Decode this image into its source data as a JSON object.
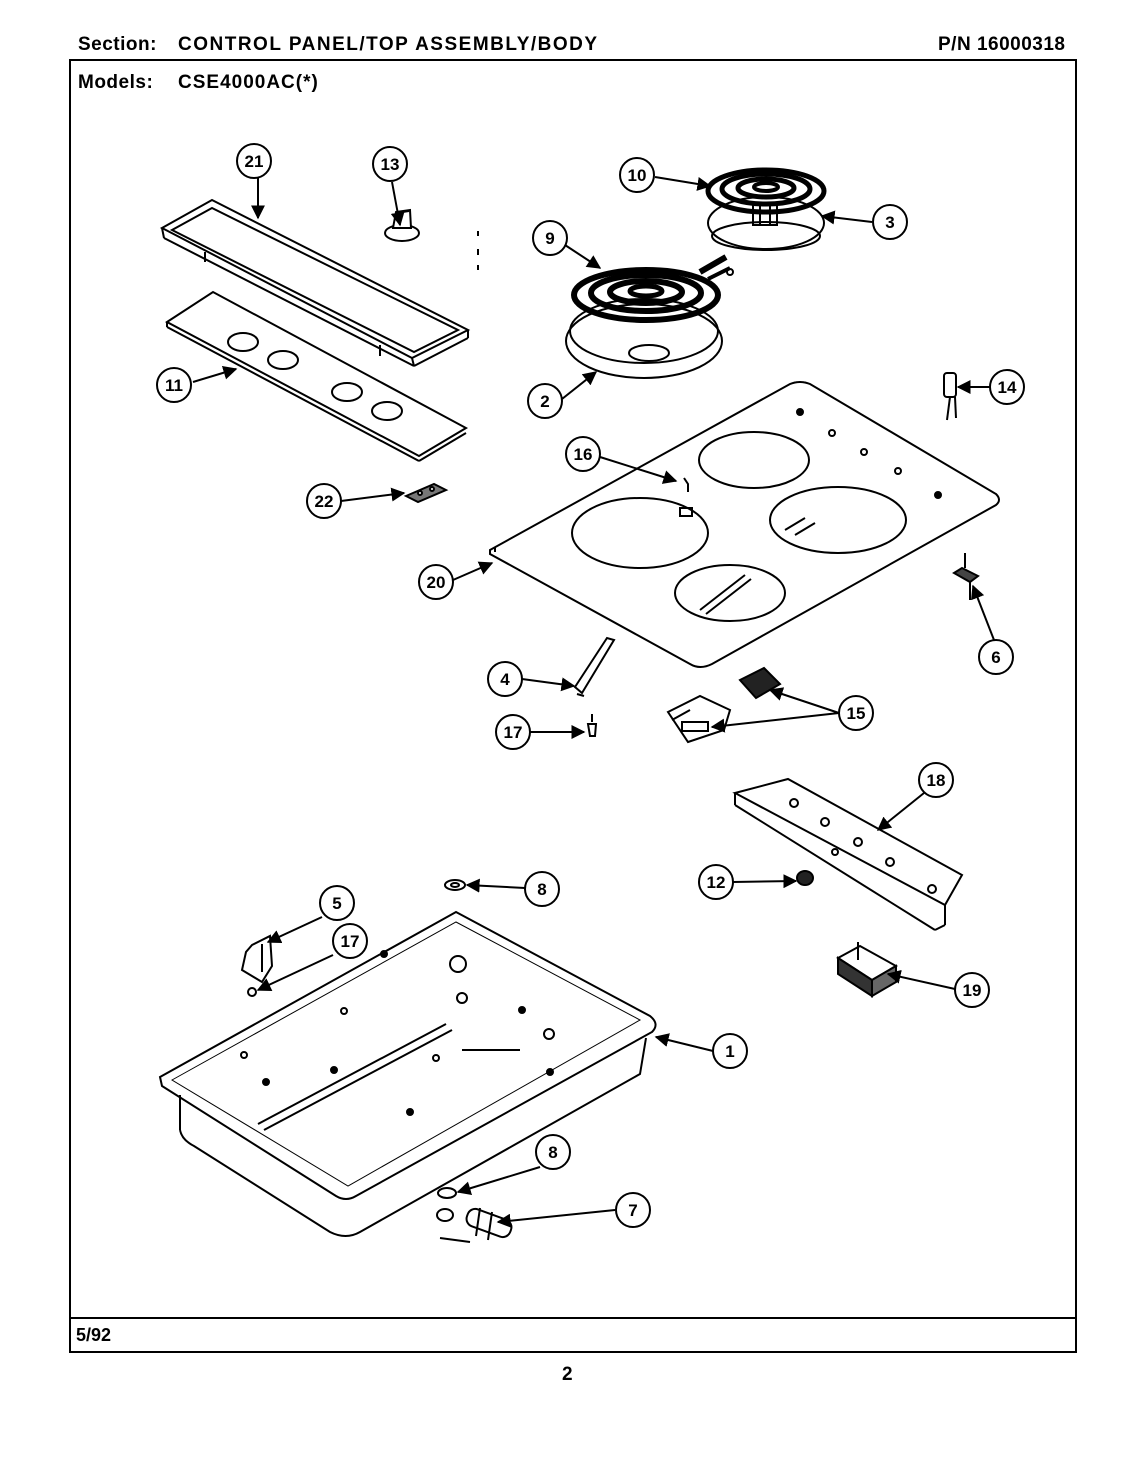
{
  "header": {
    "section_label": "Section:",
    "section_value": "CONTROL PANEL/TOP ASSEMBLY/BODY",
    "part_number": "P/N 16000318",
    "models_label": "Models:",
    "models_value": "CSE4000AC(*)"
  },
  "footer": {
    "date": "5/92",
    "page_number": "2"
  },
  "callouts": [
    {
      "id": "c21",
      "label": "21"
    },
    {
      "id": "c13",
      "label": "13"
    },
    {
      "id": "c10",
      "label": "10"
    },
    {
      "id": "c3",
      "label": "3"
    },
    {
      "id": "c9",
      "label": "9"
    },
    {
      "id": "c11",
      "label": "11"
    },
    {
      "id": "c2",
      "label": "2"
    },
    {
      "id": "c14",
      "label": "14"
    },
    {
      "id": "c16",
      "label": "16"
    },
    {
      "id": "c22",
      "label": "22"
    },
    {
      "id": "c20",
      "label": "20"
    },
    {
      "id": "c6",
      "label": "6"
    },
    {
      "id": "c4",
      "label": "4"
    },
    {
      "id": "c15",
      "label": "15"
    },
    {
      "id": "c17a",
      "label": "17"
    },
    {
      "id": "c18",
      "label": "18"
    },
    {
      "id": "c8a",
      "label": "8"
    },
    {
      "id": "c12",
      "label": "12"
    },
    {
      "id": "c5",
      "label": "5"
    },
    {
      "id": "c17b",
      "label": "17"
    },
    {
      "id": "c19",
      "label": "19"
    },
    {
      "id": "c1",
      "label": "1"
    },
    {
      "id": "c8b",
      "label": "8"
    },
    {
      "id": "c7",
      "label": "7"
    }
  ]
}
